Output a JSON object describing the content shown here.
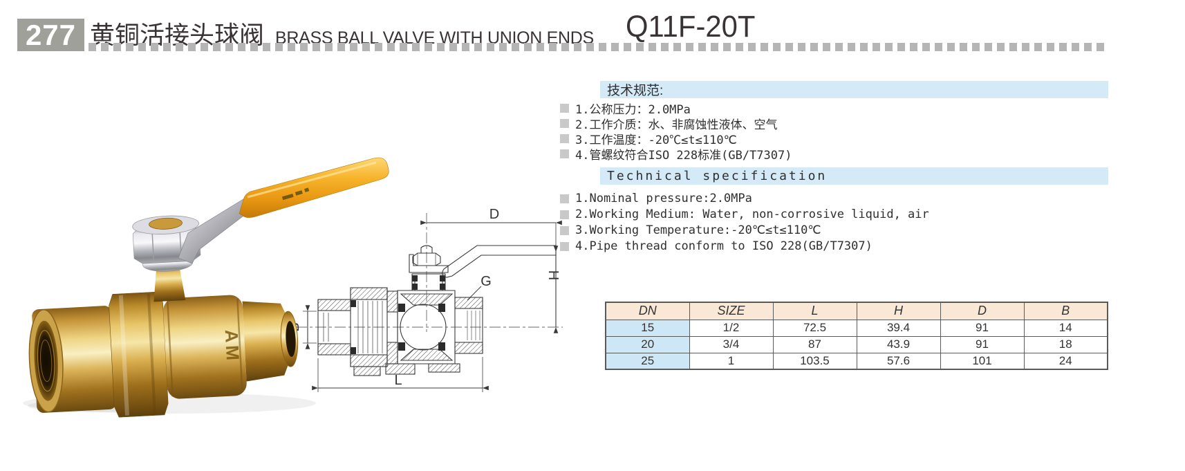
{
  "header": {
    "page_number": "277",
    "title_zh": "黄铜活接头球阀",
    "title_en": "BRASS BALL VALVE WITH UNION ENDS",
    "model": "Q11F-20T"
  },
  "specs_zh": {
    "heading": "技术规范:",
    "items": [
      "1.公称压力：2.0MPa",
      "2.工作介质：水、非腐蚀性液体、空气",
      "3.工作温度：-20℃≤t≤110℃",
      "4.管螺纹符合ISO 228标准(GB/T7307)"
    ]
  },
  "specs_en": {
    "heading": "Technical specification",
    "items": [
      "1.Nominal pressure:2.0MPa",
      "2.Working Medium: Water, non-corrosive liquid, air",
      "3.Working Temperature:-20℃≤t≤110℃",
      "4.Pipe thread conform to ISO 228(GB/T7307)"
    ]
  },
  "dimension_table": {
    "columns": [
      "DN",
      "SIZE",
      "L",
      "H",
      "D",
      "B"
    ],
    "rows": [
      [
        "15",
        "1/2",
        "72.5",
        "39.4",
        "91",
        "14"
      ],
      [
        "20",
        "3/4",
        "87",
        "43.9",
        "91",
        "18"
      ],
      [
        "25",
        "1",
        "103.5",
        "57.6",
        "101",
        "24"
      ]
    ]
  },
  "drawing": {
    "labels": {
      "D": "D",
      "H": "H",
      "G": "G",
      "B": "B",
      "L": "L"
    }
  },
  "photo": {
    "engraving": "AM",
    "handle_color": "#f0a81c",
    "body_color": "#c8963c"
  },
  "colors": {
    "section_bar": "#d5eaf7",
    "table_header_bg": "#fae8d6",
    "table_dn_bg": "#cde7f6",
    "badge_bg": "#a0a09a",
    "dash_rule": "#b5b5b5"
  }
}
